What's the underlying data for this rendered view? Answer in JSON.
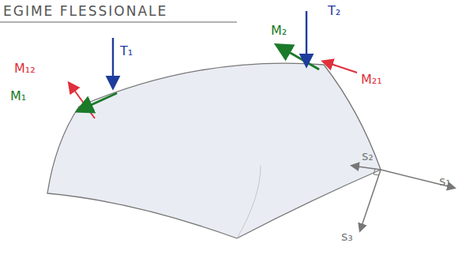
{
  "diagram": {
    "title": "EGIME FLESSIONALE",
    "labels": [
      "M₁₂",
      "T₁",
      "M₁",
      "M₂",
      "T₂",
      "M₂₁",
      "s₂",
      "s₁",
      "s₃"
    ]
  }
}
